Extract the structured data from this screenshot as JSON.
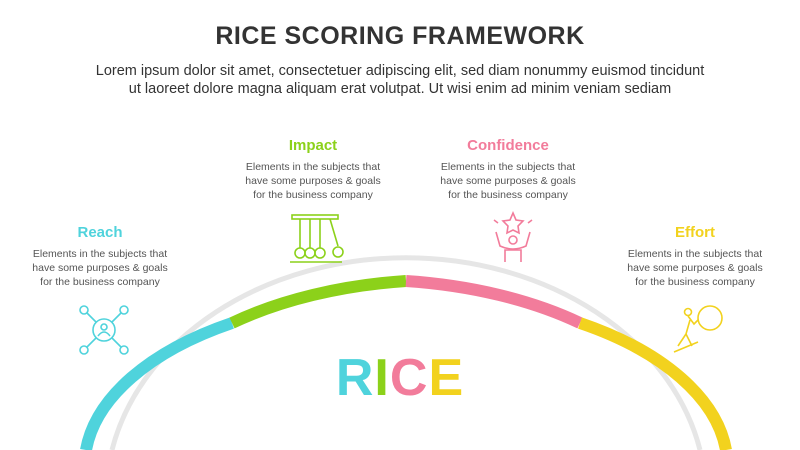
{
  "header": {
    "title": "RICE SCORING FRAMEWORK",
    "subtitle_line1": "Lorem ipsum dolor sit amet, consectetuer adipiscing elit, sed diam nonummy euismod tincidunt",
    "subtitle_line2": "ut laoreet dolore magna aliquam erat volutpat. Ut wisi enim ad minim veniam sediam"
  },
  "items": {
    "reach": {
      "title": "Reach",
      "description": "Elements in the subjects that\nhave  some purposes & goals\nfor the  business company",
      "color": "#4fd3dc",
      "icon": "network-person-icon"
    },
    "impact": {
      "title": "Impact",
      "description": "Elements in the subjects that\nhave  some purposes & goals\nfor the  business company",
      "color": "#8cd11a",
      "icon": "newtons-cradle-icon"
    },
    "confidence": {
      "title": "Confidence",
      "description": "Elements in the subjects that\nhave  some purposes & goals\nfor the  business company",
      "color": "#f27c9b",
      "icon": "star-achievement-icon"
    },
    "effort": {
      "title": "Effort",
      "description": "Elements in the subjects that\nhave  some purposes & goals\nfor the  business company",
      "color": "#f2d21e",
      "icon": "pushing-boulder-icon"
    }
  },
  "center": {
    "letter_r": "R",
    "letter_i": "I",
    "letter_c": "C",
    "letter_e": "E"
  },
  "colors": {
    "reach": "#4fd3dc",
    "impact": "#8cd11a",
    "confidence": "#f27c9b",
    "effort": "#f2d21e",
    "inner_arc": "#e6e6e6"
  }
}
